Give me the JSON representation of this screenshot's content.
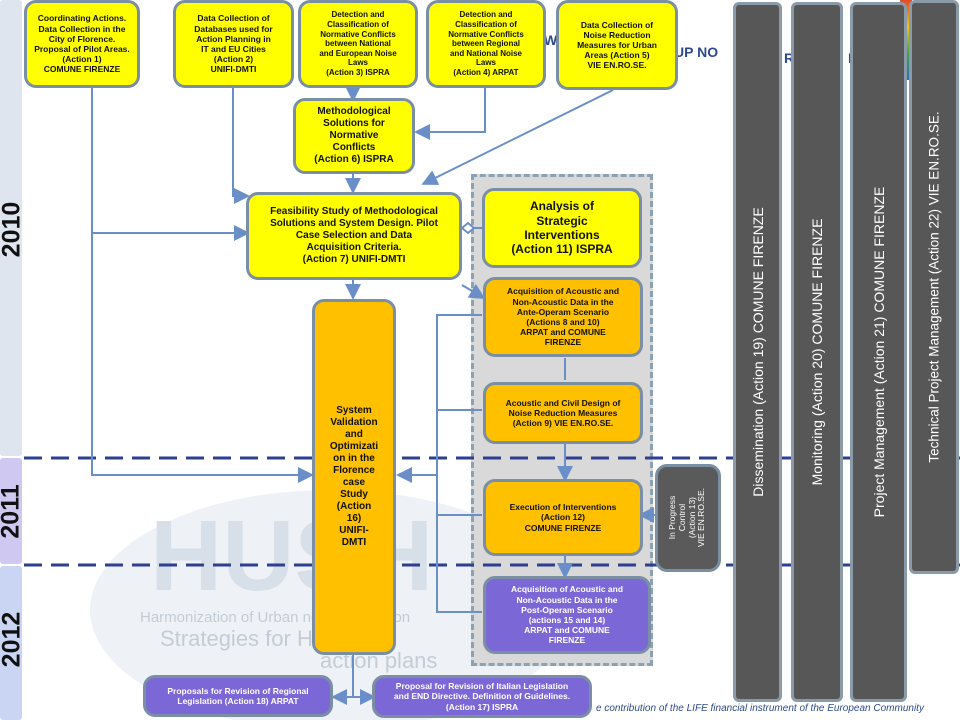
{
  "years": {
    "y2010": "2010",
    "y2011": "2011",
    "y2012": "2012"
  },
  "watermark": {
    "logo": "HUSH",
    "lines": [
      "Harmonization of Urban noise Reduction",
      "Strategies for H",
      "action plans"
    ]
  },
  "banner": {
    "left": "W",
    "right": "UP NO",
    "right2": "R",
    "right3": "E"
  },
  "footer": "e contribution of the LIFE financial instrument of the European Community",
  "boxes": {
    "a1": "Coordinating Actions.\nData Collection in the\nCity of Florence.\nProposal of Pilot Areas.\n(Action 1)\nCOMUNE FIRENZE",
    "a2": "Data Collection of\nDatabases used for\nAction Planning in\nIT and EU Cities\n(Action 2)\nUNIFI-DMTI",
    "a3": "Detection and\nClassification of\nNormative Conflicts\nbetween National\nand European Noise\nLaws\n(Action 3) ISPRA",
    "a4": "Detection and\nClassification of\nNormative Conflicts\nbetween Regional\nand National Noise\nLaws\n(Action 4) ARPAT",
    "a5": "Data Collection of\nNoise Reduction\nMeasures for Urban\nAreas (Action 5)\nVIE EN.RO.SE.",
    "a6": "Methodological\nSolutions for\nNormative\nConflicts\n(Action 6) ISPRA",
    "a7": "Feasibility Study of Methodological\nSolutions and System Design. Pilot\nCase Selection and Data\nAcquisition Criteria.\n(Action 7) UNIFI-DMTI",
    "a11": "Analysis of\nStrategic\nInterventions\n(Action 11) ISPRA",
    "a8": "Acquisition of Acoustic and\nNon-Acoustic Data in the\nAnte-Operam Scenario\n(Actions 8 and 10)\nARPAT and COMUNE\nFIRENZE",
    "a9": "Acoustic and Civil Design of\nNoise Reduction Measures\n(Action 9) VIE EN.RO.SE.",
    "a12": "Execution of Interventions\n(Action 12)\nCOMUNE FIRENZE",
    "a15": "Acquisition of Acoustic and\nNon-Acoustic Data in the\nPost-Operam Scenario\n(actions 15 and 14)\nARPAT and COMUNE\nFIRENZE",
    "a16": "System\nValidation\nand\nOptimizati\non in the\nFlorence\ncase\nStudy\n(Action\n16)\nUNIFI-\nDMTI",
    "a13": "In Progress\nControl\n(Action 13)\nVIE EN.RO.SE.",
    "a18": "Proposals for Revision of Regional\nLegislation (Action 18) ARPAT",
    "a17": "Proposal for Revision of Italian Legislation\nand END Directive. Definition of Guidelines.\n(Action 17) ISPRA"
  },
  "columns": {
    "c19": "Dissemination (Action 19) COMUNE FIRENZE",
    "c20": "Monitoring (Action 20) COMUNE FIRENZE",
    "c21": "Project Management (Action 21) COMUNE FIRENZE",
    "c22": "Technical Project Management (Action 22) VIE EN.RO.SE."
  },
  "colors": {
    "yellow": "#ffff00",
    "orange": "#ffc000",
    "purple": "#7b68d6",
    "gray": "#575757",
    "arrow": "#6a8fc8",
    "divider": "#2e3f8f"
  }
}
